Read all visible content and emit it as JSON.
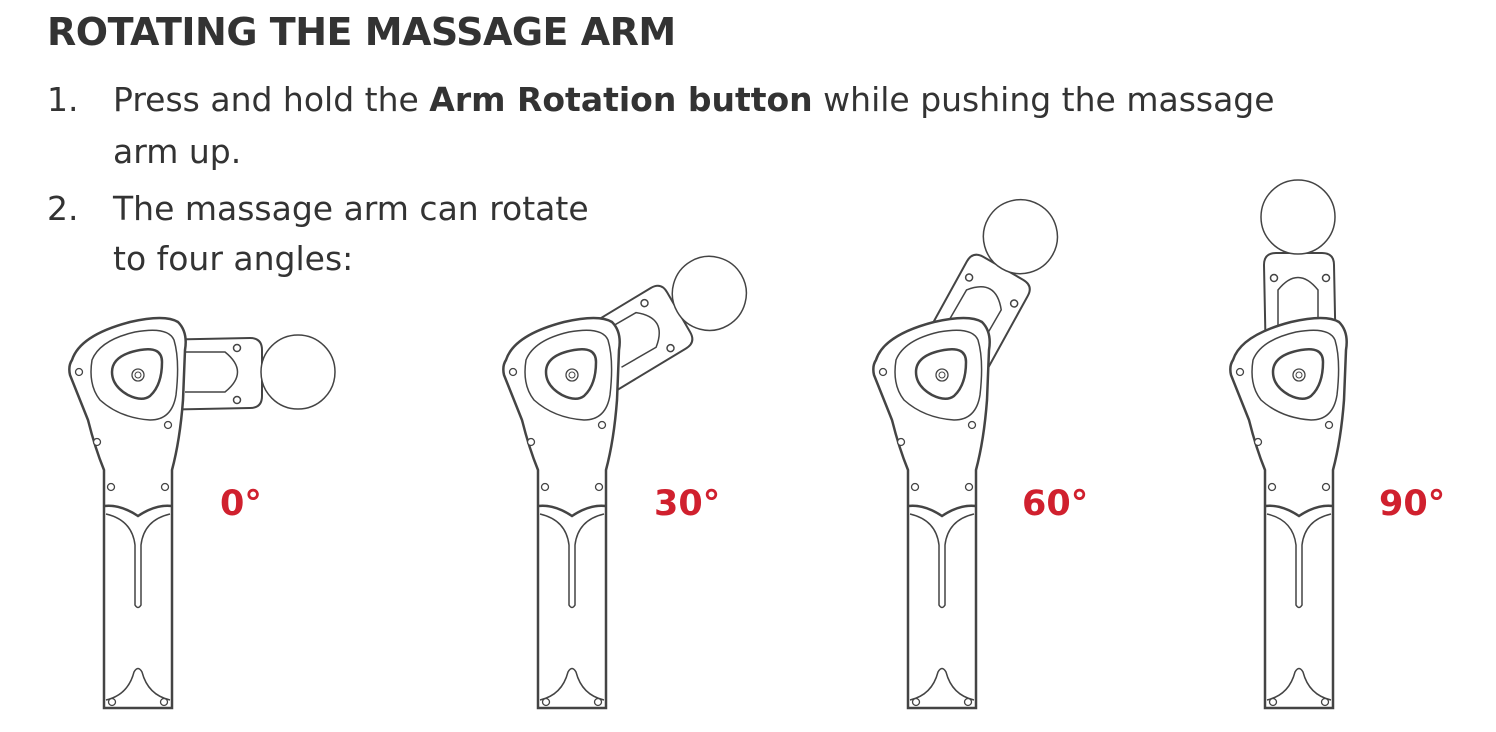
{
  "title": "ROTATING THE MASSAGE ARM",
  "steps": [
    {
      "number": "1.",
      "pre": "Press and hold the ",
      "bold": "Arm Rotation button",
      "post": " while pushing the massage",
      "line2": "arm up."
    },
    {
      "number": "2.",
      "line1": "The massage arm can rotate",
      "line2": "to four angles:"
    }
  ],
  "angles": [
    {
      "label": "0°",
      "degrees": 0
    },
    {
      "label": "30°",
      "degrees": 30
    },
    {
      "label": "60°",
      "degrees": 60
    },
    {
      "label": "90°",
      "degrees": 90
    }
  ],
  "colors": {
    "accent": "#d0202e",
    "text": "#333333",
    "line": "#444444"
  }
}
